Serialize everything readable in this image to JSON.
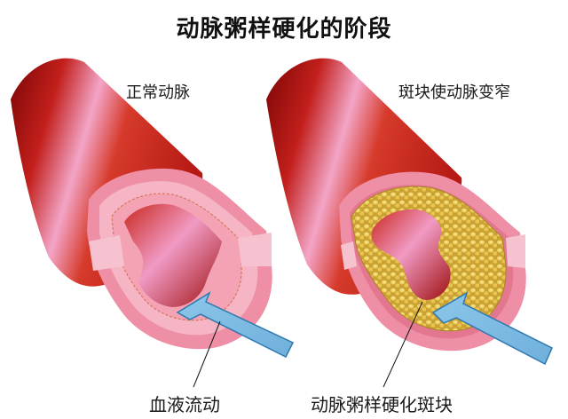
{
  "title": "动脉粥样硬化的阶段",
  "panels": [
    {
      "label": "正常动脉",
      "state": "normal"
    },
    {
      "label": "斑块使动脉变窄",
      "state": "narrowed"
    }
  ],
  "callouts": {
    "blood_flow": "血液流动",
    "plaque": "动脉粥样硬化斑块"
  },
  "colors": {
    "artery_dark": "#8e0b0b",
    "artery_mid": "#c8241e",
    "artery_highlight": "#f4a3c4",
    "wall_pink": "#ef9ab0",
    "wall_light": "#f8c6d2",
    "plaque_yellow": "#e6c24a",
    "plaque_shadow": "#b08a1e",
    "arrow_blue": "#7ab8df",
    "arrow_edge": "#2f78b0"
  }
}
